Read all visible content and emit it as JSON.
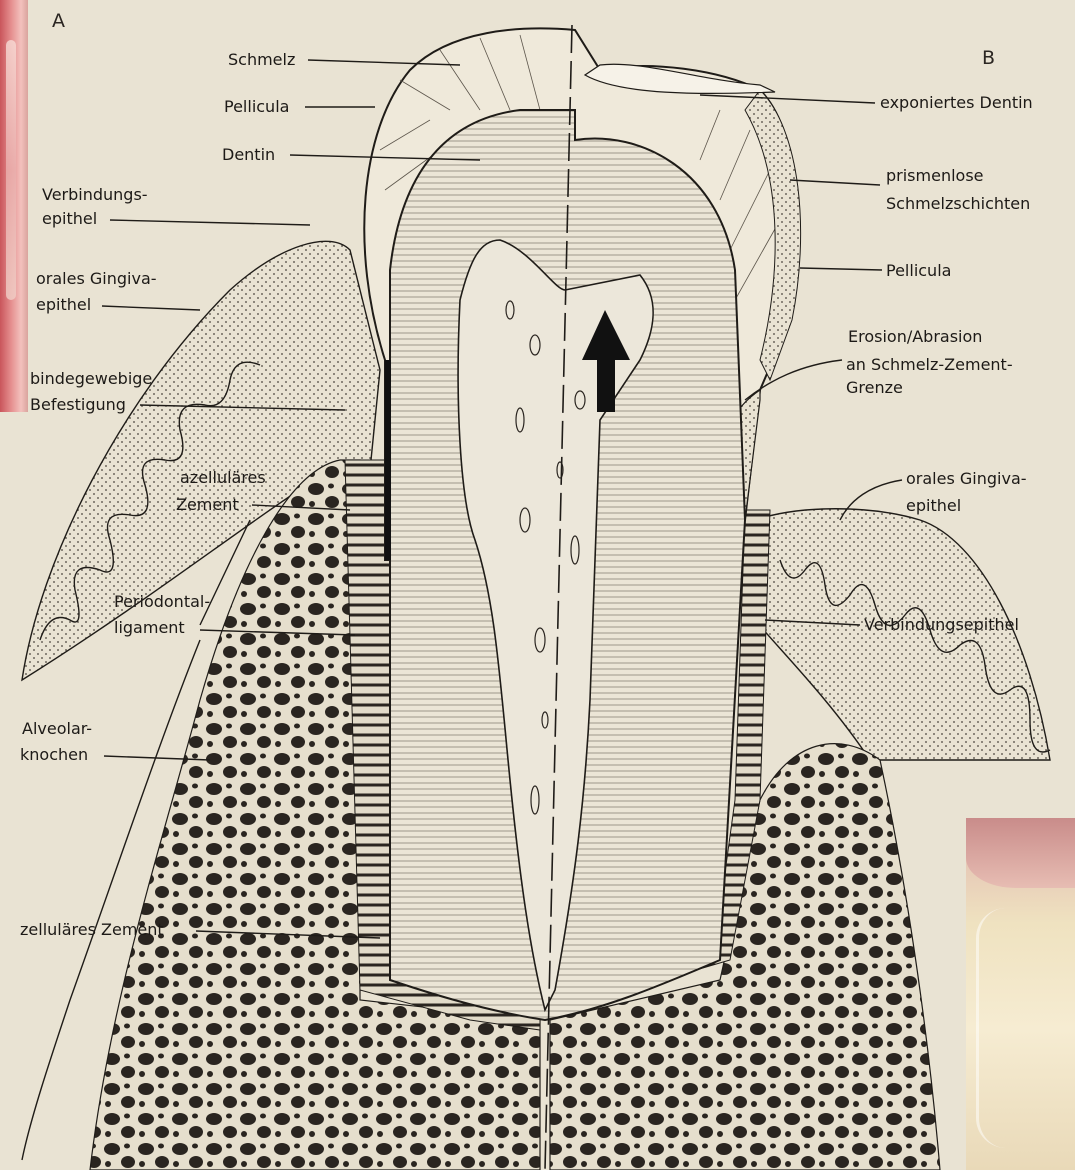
{
  "panel_a_letter": "A",
  "panel_b_letter": "B",
  "labels_left": {
    "schmelz": "Schmelz",
    "pellicula": "Pellicula",
    "dentin": "Dentin",
    "verbindungsepithel_1": "Verbindungs-",
    "verbindungsepithel_2": "epithel",
    "orales_gingiva_1": "orales Gingiva-",
    "orales_gingiva_2": "epithel",
    "bindegewebige_1": "bindegewebige",
    "bindegewebige_2": "Befestigung",
    "azellulaeres_1": "azelluläres",
    "azellulaeres_2": "Zement",
    "periodontal_1": "Periodontal-",
    "periodontal_2": "ligament",
    "alveolar_1": "Alveolar-",
    "alveolar_2": "knochen",
    "zellulaeres": "zelluläres Zement"
  },
  "labels_right": {
    "exponiertes_dentin": "exponiertes Dentin",
    "prismenlose_1": "prismenlose",
    "prismenlose_2": "Schmelzschichten",
    "pellicula": "Pellicula",
    "erosion_1": "Erosion/Abrasion",
    "erosion_2": "an Schmelz-Zement-",
    "erosion_3": "Grenze",
    "orales_gingiva_1": "orales Gingiva-",
    "orales_gingiva_2": "epithel",
    "verbindungsepithel": "Verbindungsepithel"
  },
  "colors": {
    "paper": "#e9e3d3",
    "ink": "#1f1c18",
    "pulp": "#ece7da"
  }
}
